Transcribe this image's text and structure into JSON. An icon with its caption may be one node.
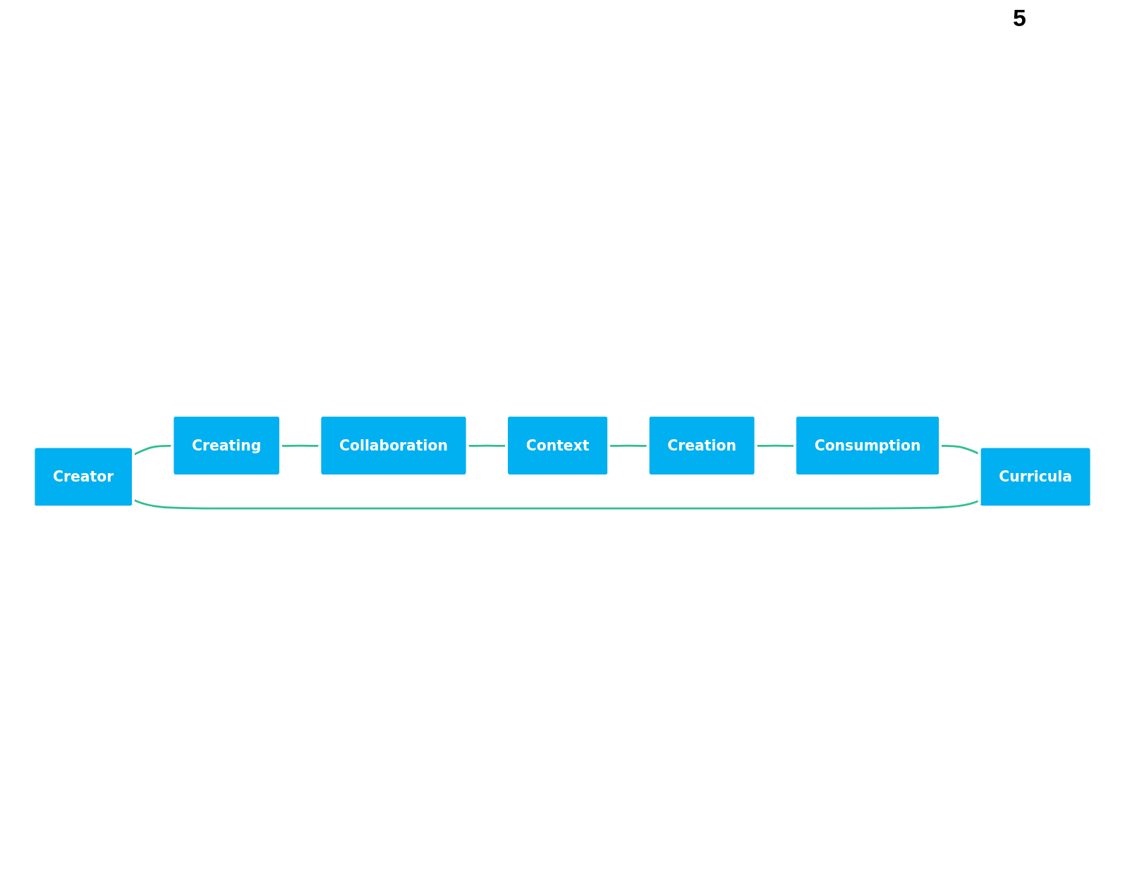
{
  "diagram": {
    "nodes": [
      {
        "text": [
          "Creator"
        ]
      },
      {
        "text": [
          "Creating"
        ]
      },
      {
        "text": [
          "Collaboration"
        ]
      },
      {
        "text": [
          "Context"
        ]
      },
      {
        "text": [
          "Creation"
        ]
      },
      {
        "text": [
          "Consumption"
        ]
      },
      {
        "text": [
          "Curricula"
        ]
      }
    ],
    "edges": [
      {
        "from": 0,
        "to": 1,
        "arrow": "none"
      },
      {
        "from": 1,
        "to": 2,
        "arrow": "none"
      },
      {
        "from": 2,
        "to": 3,
        "arrow": "none"
      },
      {
        "from": 3,
        "to": 4,
        "arrow": "none"
      },
      {
        "from": 4,
        "to": 5,
        "arrow": "none"
      },
      {
        "from": 5,
        "to": 6,
        "arrow": "none"
      },
      {
        "from": 6,
        "to": 0,
        "arrow": "none"
      }
    ],
    "labels": [
      "5"
    ]
  }
}
